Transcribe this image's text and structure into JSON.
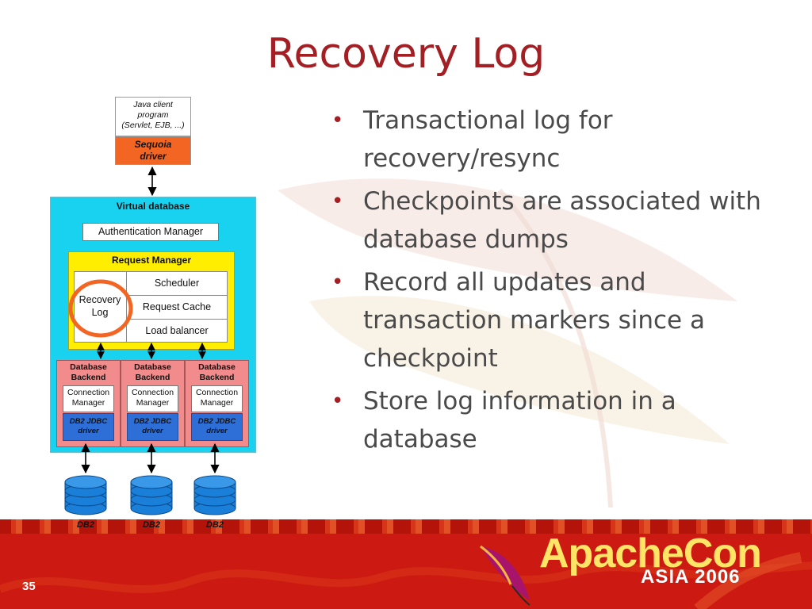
{
  "slide": {
    "title": "Recovery Log",
    "page_number": "35",
    "colors": {
      "title": "#a31f24",
      "bullet_text": "#4a4a4a",
      "footer": "#cc1a12",
      "virtual_db": "#19d2f0",
      "request_manager": "#ffee00",
      "driver": "#f26522",
      "backend": "#f28b8b",
      "jdbc": "#2d6fd6",
      "db_disk": "#1a7fd8",
      "highlight_ring": "#f26522"
    }
  },
  "bullets": [
    "Transactional log for recovery/resync",
    "Checkpoints are associated with database dumps",
    "Record all updates and transaction markers since a checkpoint",
    "Store log information in a database"
  ],
  "diagram": {
    "client": {
      "line1": "Java client",
      "line2": "program",
      "line3": "(Servlet, EJB, ...)"
    },
    "driver": {
      "line1": "Sequoia",
      "line2": "driver"
    },
    "virtual_db": "Virtual database",
    "auth_manager": "Authentication Manager",
    "request_manager": "Request Manager",
    "recovery_log": {
      "line1": "Recovery",
      "line2": "Log"
    },
    "scheduler": "Scheduler",
    "request_cache": "Request Cache",
    "load_balancer": "Load balancer",
    "backends": [
      {
        "line1": "Database",
        "line2": "Backend",
        "cm1": "Connection",
        "cm2": "Manager",
        "jdbc1": "DB2 JDBC",
        "jdbc2": "driver",
        "db": "DB2"
      },
      {
        "line1": "Database",
        "line2": "Backend",
        "cm1": "Connection",
        "cm2": "Manager",
        "jdbc1": "DB2 JDBC",
        "jdbc2": "driver",
        "db": "DB2"
      },
      {
        "line1": "Database",
        "line2": "Backend",
        "cm1": "Connection",
        "cm2": "Manager",
        "jdbc1": "DB2 JDBC",
        "jdbc2": "driver",
        "db": "DB2"
      }
    ]
  },
  "branding": {
    "logo_main": "ApacheCon",
    "logo_sub": "ASIA 2006"
  }
}
